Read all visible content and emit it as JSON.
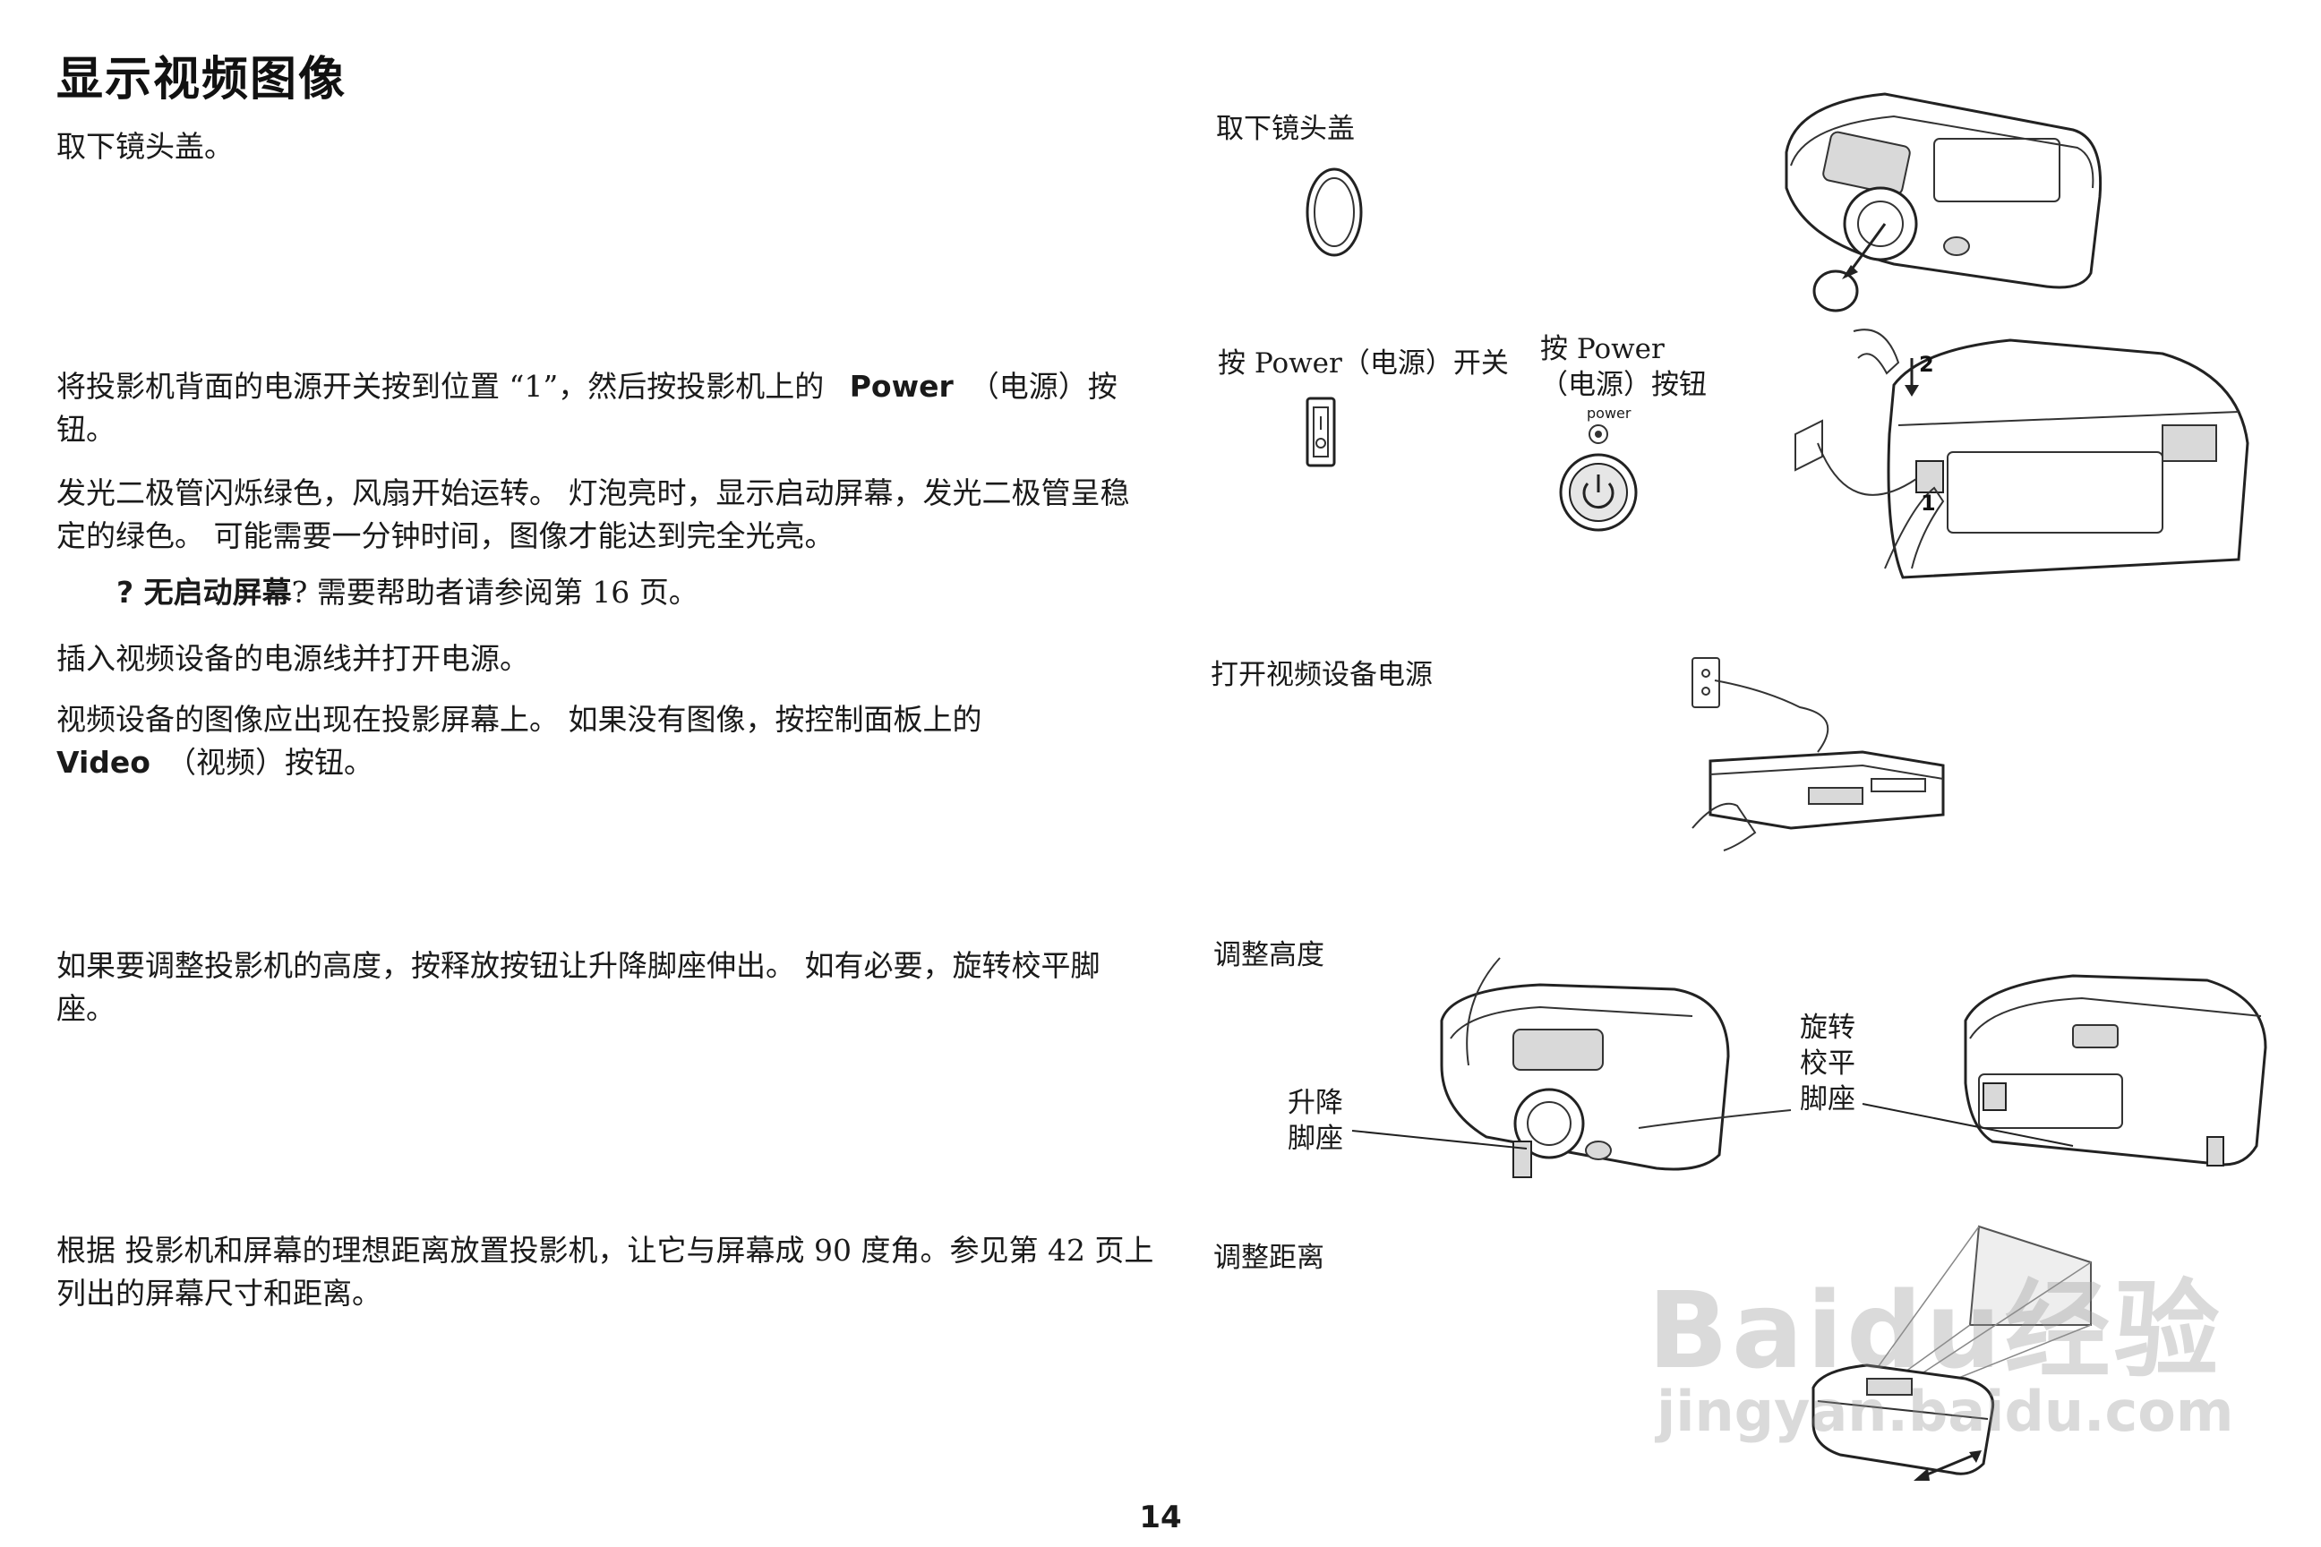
{
  "page": {
    "title": "显示视频图像",
    "page_number": "14"
  },
  "left": {
    "p1": "取下镜头盖。",
    "p2_pre": "将投影机背面的电源开关按到位置 “1”，然后按投影机上的",
    "p2_bold": "Power",
    "p2_post": "（电源）按钮。",
    "p3": "发光二极管闪烁绿色，风扇开始运转。 灯泡亮时，显示启动屏幕，发光二极管呈稳定的绿色。 可能需要一分钟时间，图像才能达到完全光亮。",
    "p4_bold": "? 无启动屏幕",
    "p4_post": "?   需要帮助者请参阅第 16 页。",
    "p5": "插入视频设备的电源线并打开电源。",
    "p6_pre": "视频设备的图像应出现在投影屏幕上。 如果没有图像，按控制面板上的",
    "p6_bold": "Video",
    "p6_post": "（视频）按钮。",
    "p7": "如果要调整投影机的高度，按释放按钮让升降脚座伸出。 如有必要，旋转校平脚座。",
    "p8": "根据 投影机和屏幕的理想距离放置投影机，让它与屏幕成 90 度角。参见第 42 页上列出的屏幕尺寸和距离。"
  },
  "captions": {
    "remove_lens_cap": "取下镜头盖",
    "power_switch": "按 Power（电源）开关",
    "power_button_line1": "按 Power",
    "power_button_line2": "（电源）按钮",
    "power_label": "power",
    "turn_on_video": "打开视频设备电源",
    "adjust_height": "调整高度",
    "elevator_foot_line1": "升降",
    "elevator_foot_line2": "脚座",
    "leveling_foot_line1": "旋转",
    "leveling_foot_line2": "校平",
    "leveling_foot_line3": "脚座",
    "adjust_distance": "调整距离",
    "step1": "1",
    "step2": "2"
  },
  "watermark": {
    "line1": "Baidu经验",
    "line2": "jingyan.baidu.com"
  }
}
